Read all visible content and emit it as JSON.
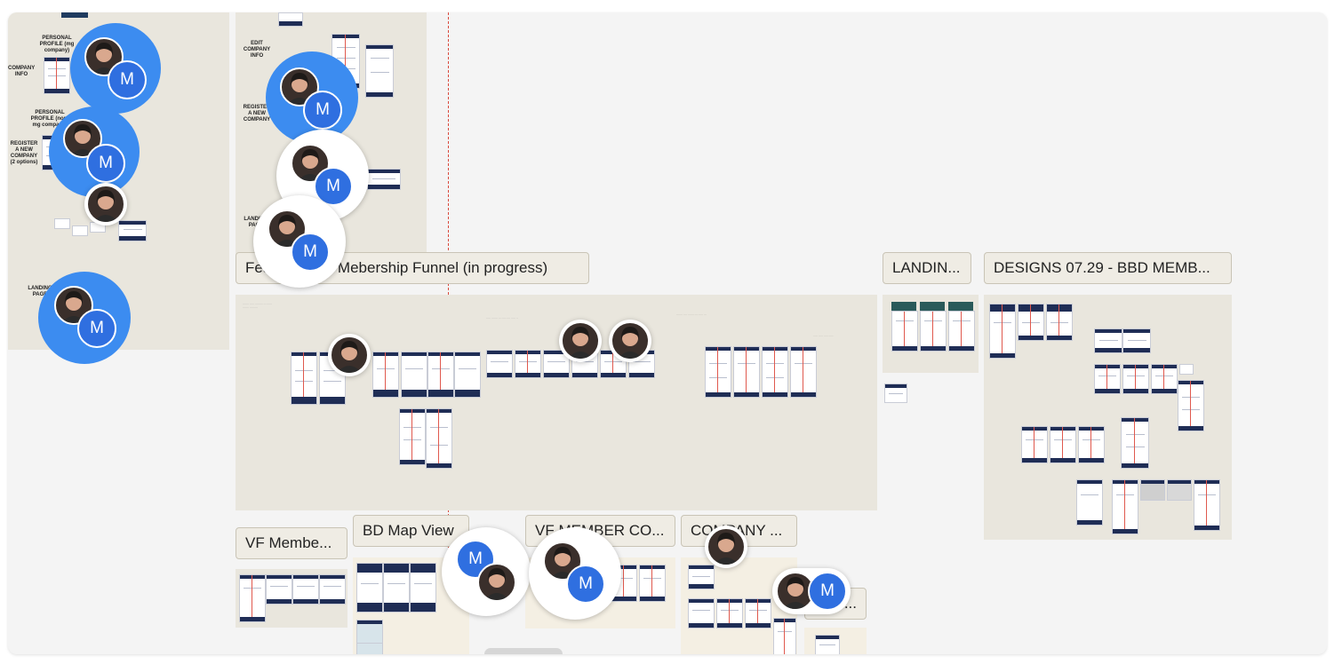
{
  "frames": [
    {
      "id": "feature",
      "label": "Feature Set - Mebership Funnel (in progress)"
    },
    {
      "id": "landing",
      "label": "LANDIN..."
    },
    {
      "id": "designs",
      "label": "DESIGNS 07.29 - BBD MEMB..."
    },
    {
      "id": "vfmember",
      "label": "VF Membe..."
    },
    {
      "id": "bdmap",
      "label": "BD Map View"
    },
    {
      "id": "vfmemberco",
      "label": "VF MEMBER CO..."
    },
    {
      "id": "company",
      "label": "COMPANY ..."
    },
    {
      "id": "more",
      "label": "..."
    }
  ],
  "left_board": {
    "labels": [
      "PERSONAL PROFILE (mg company)",
      "COMPANY INFO",
      "PERSONAL PROFILE (non-mg company)",
      "REGISTER A NEW COMPANY (2 options)",
      "LANDING PAGE"
    ]
  },
  "mid_board": {
    "labels": [
      "EDIT COMPANY INFO",
      "REGISTER A NEW COMPANY",
      "LANDING PAGE"
    ]
  },
  "collaborator_initial": "M",
  "colors": {
    "avatar_blue": "#3c8cf0",
    "initial_blue": "#2f6fe0",
    "guide_red": "#d94a3d",
    "board_beige": "#e9e6dd"
  }
}
